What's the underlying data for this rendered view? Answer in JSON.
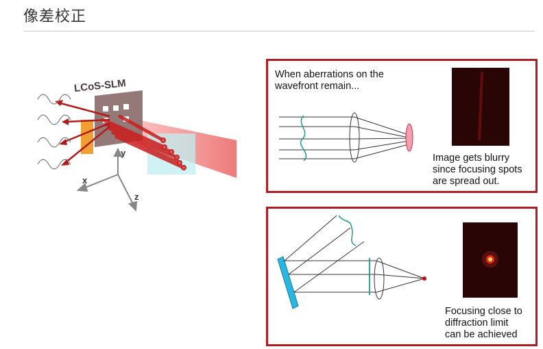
{
  "page": {
    "title": "像差校正"
  },
  "illustration": {
    "slm_label": "LCoS-SLM",
    "axes": {
      "x": "x",
      "y": "y",
      "z": "z"
    }
  },
  "panel_aberrated": {
    "caption_top": "When aberrations on the\nwavefront remain...",
    "caption_bottom": "Image gets blurry\nsince focusing spots\nare spread out."
  },
  "panel_corrected": {
    "caption": "Focusing close to\ndiffraction limit\ncan be achieved"
  },
  "colors": {
    "frame_red": "#b01c24",
    "beam_red": "#d42222",
    "wave_teal": "#1a9a8a",
    "mirror_cyan": "#2ab6e0",
    "blur_spot_pink": "#f2a0b0"
  }
}
